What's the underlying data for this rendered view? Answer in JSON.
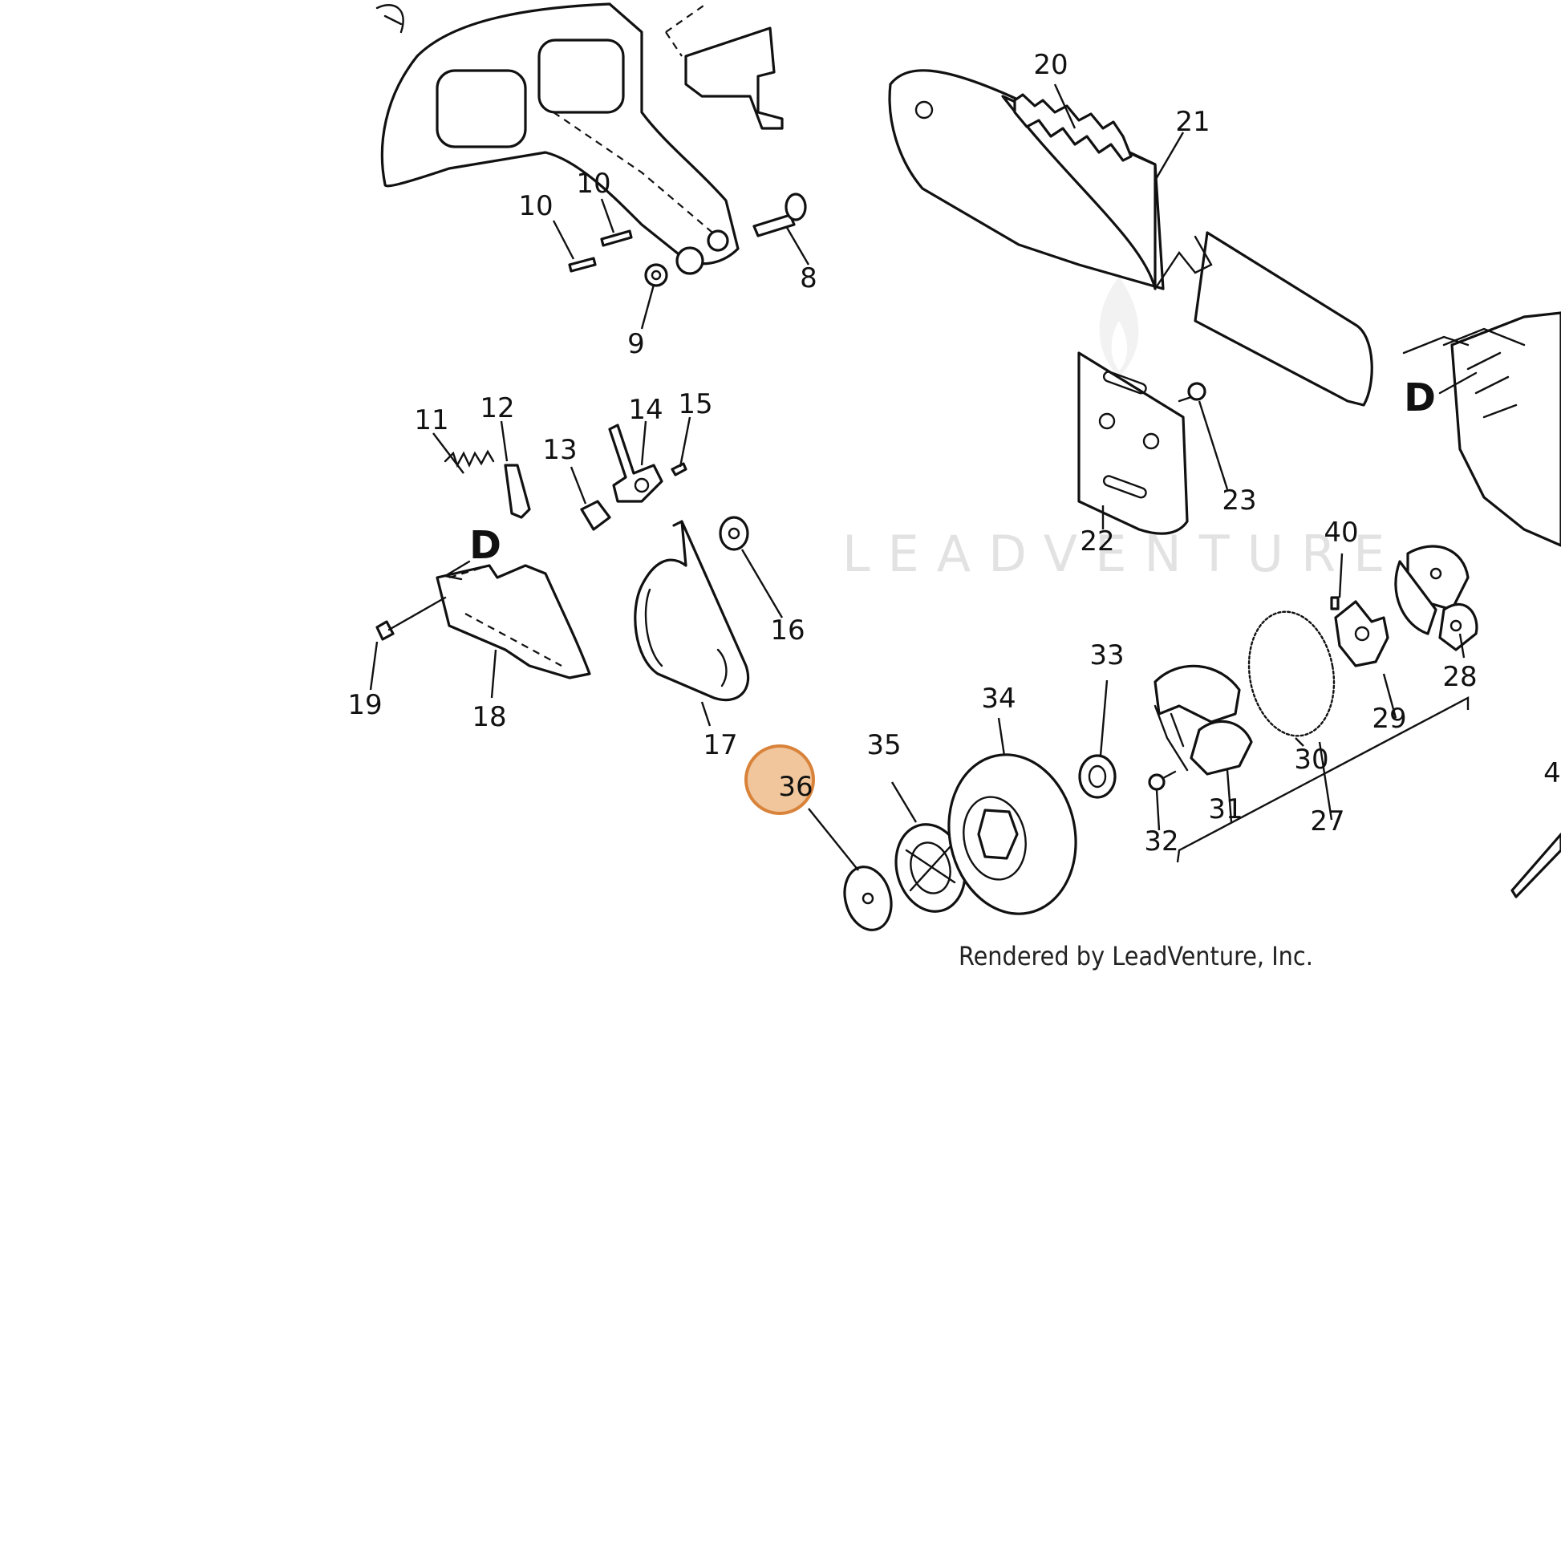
{
  "colors": {
    "line_art": "#111111",
    "background": "#ffffff",
    "highlight_fill": "#f1c69c",
    "highlight_stroke": "#d9823a",
    "watermark": "#e2e2e2"
  },
  "highlighted_callout": "36",
  "callouts": {
    "c8": "8",
    "c9": "9",
    "c10a": "10",
    "c10b": "10",
    "c11": "11",
    "c12": "12",
    "c13": "13",
    "c14": "14",
    "c15": "15",
    "c16": "16",
    "c17": "17",
    "c18": "18",
    "c19": "19",
    "c20": "20",
    "c21": "21",
    "c22": "22",
    "c23": "23",
    "c27": "27",
    "c28": "28",
    "c29": "29",
    "c30": "30",
    "c31": "31",
    "c32": "32",
    "c33": "33",
    "c34": "34",
    "c35": "35",
    "c36": "36",
    "c40": "40",
    "c4x": "4"
  },
  "reference_marks": {
    "d_left": "D",
    "d_right": "D"
  },
  "watermark": "LEADVENTURE",
  "credit": "Rendered by LeadVenture, Inc."
}
